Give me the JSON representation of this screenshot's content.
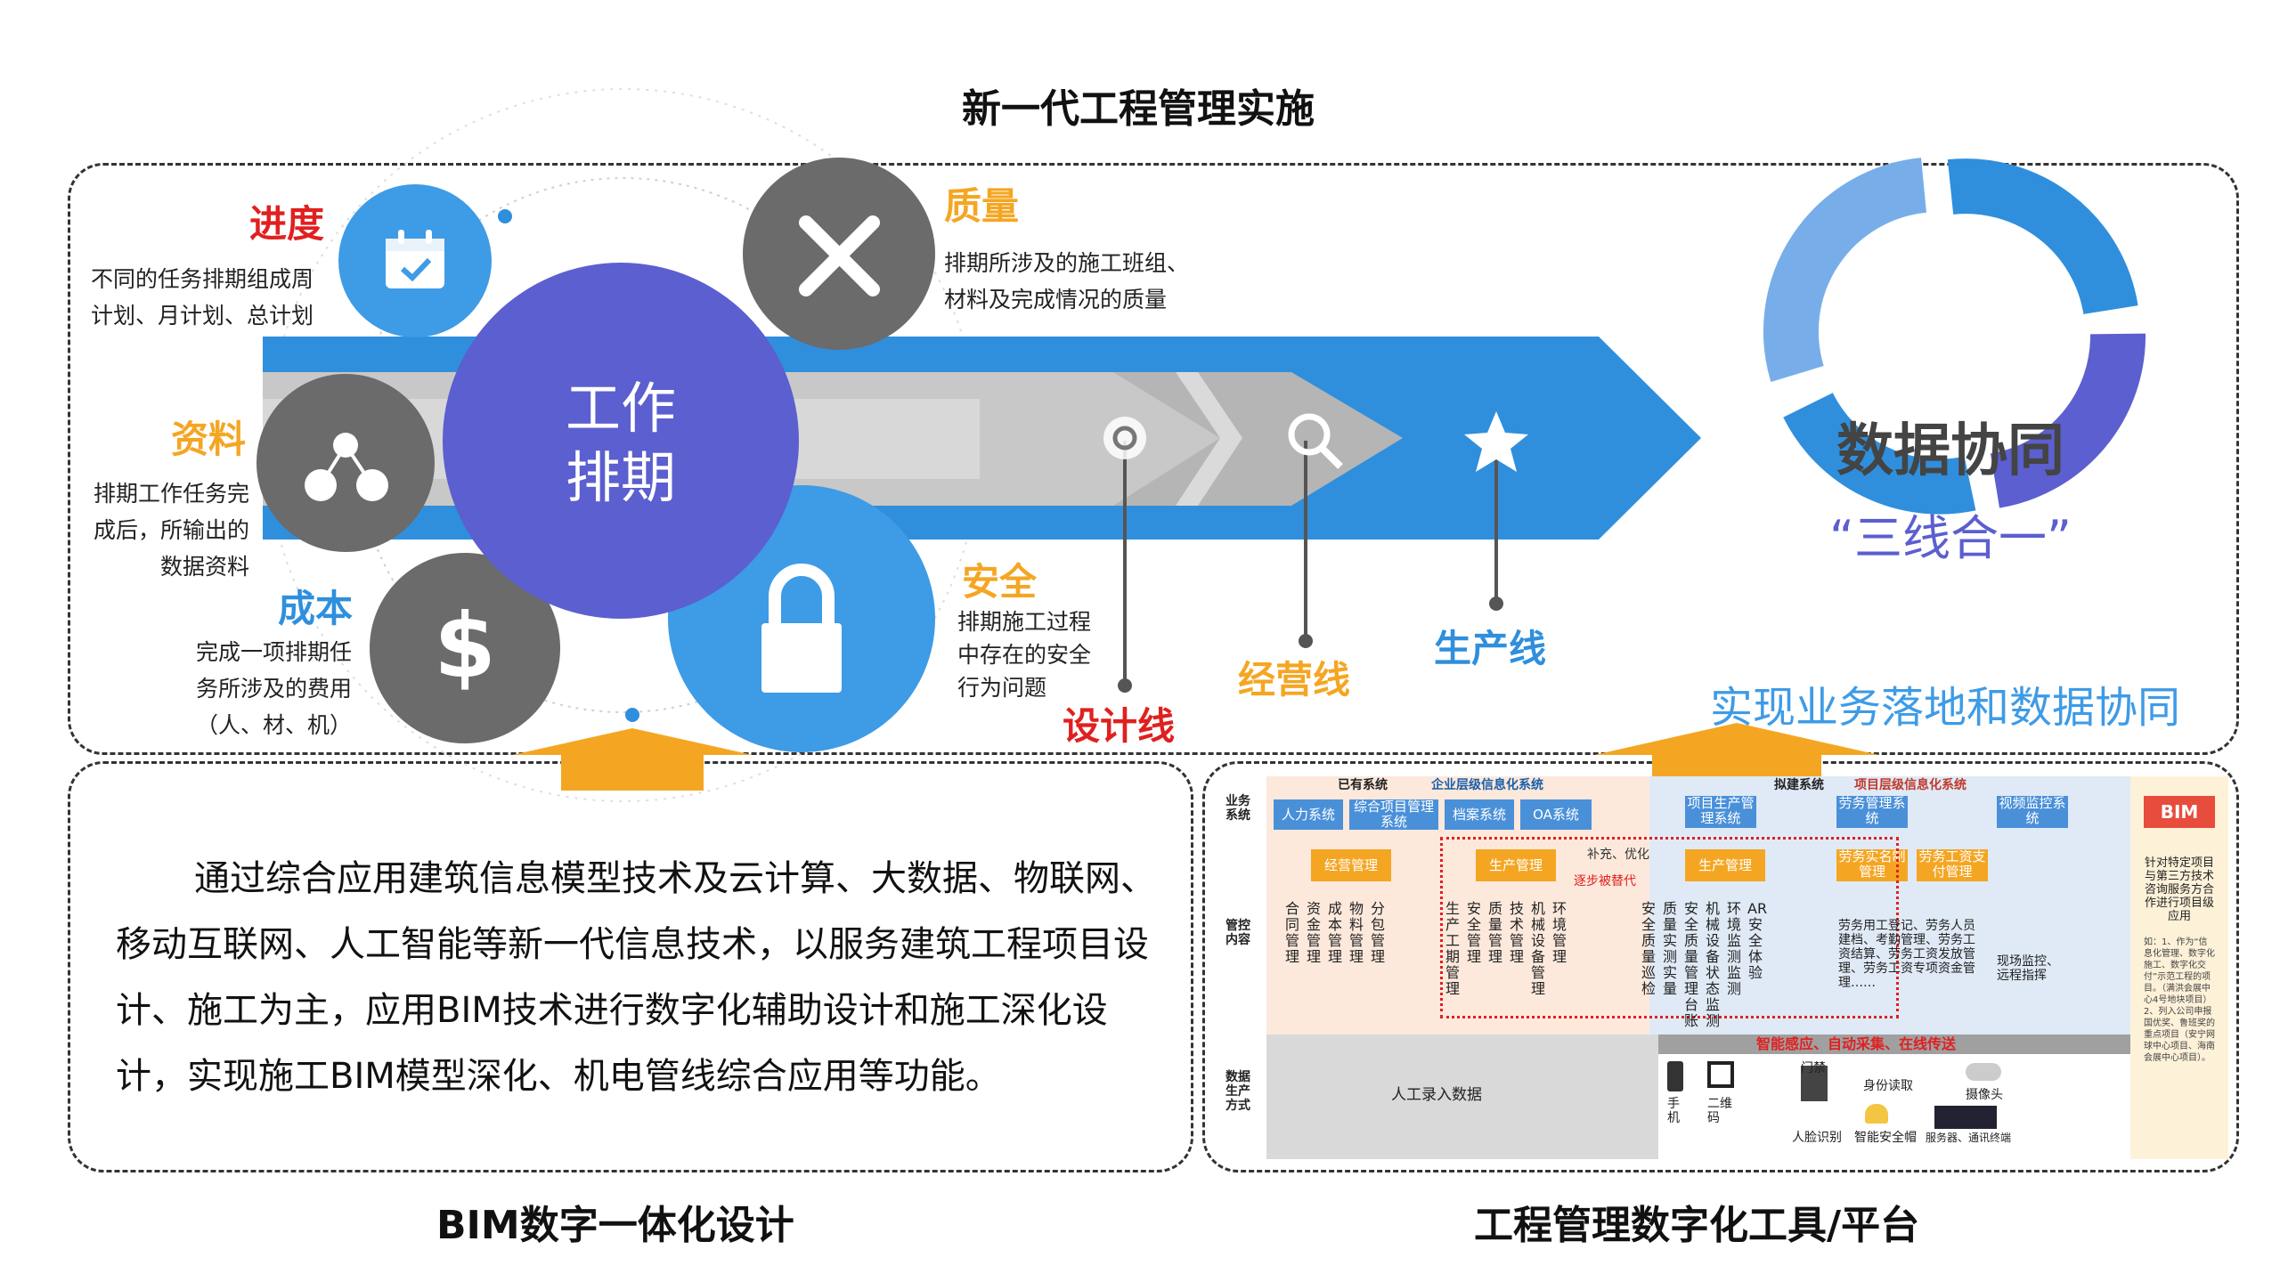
{
  "header": {
    "title": "新一代工程管理实施"
  },
  "hub": {
    "line1": "工作",
    "line2": "排期"
  },
  "nodes": {
    "progress": {
      "label": "进度",
      "desc1": "不同的任务排期组成周",
      "desc2": "计划、月计划、总计划",
      "icon": "calendar-icon"
    },
    "quality": {
      "label": "质量",
      "desc1": "排期所涉及的施工班组、",
      "desc2": "材料及完成情况的质量",
      "icon": "tools-icon"
    },
    "materials": {
      "label": "资料",
      "desc1": "排期工作任务完",
      "desc2": "成后，所输出的",
      "desc3": "数据资料",
      "icon": "network-cloud-icon"
    },
    "cost": {
      "label": "成本",
      "desc1": "完成一项排期任",
      "desc2": "务所涉及的费用",
      "desc3": "（人、材、机）",
      "icon": "dollar-icon"
    },
    "safety": {
      "label": "安全",
      "desc1": "排期施工过程",
      "desc2": "中存在的安全",
      "desc3": "行为问题",
      "icon": "lock-icon"
    }
  },
  "lines": {
    "design": "设计线",
    "business": "经营线",
    "production": "生产线"
  },
  "data_ring": {
    "title": "数据协同",
    "subtitle": "“三线合一”",
    "caption": "实现业务落地和数据协同"
  },
  "bim_panel": {
    "text": "通过综合应用建筑信息模型技术及云计算、大数据、物联网、移动互联网、人工智能等新一代信息技术，以服务建筑工程项目设计、施工为主，应用BIM技术进行数字化辅助设计和施工深化设计，实现施工BIM模型深化、机电管线综合应用等功能。",
    "caption": "BIM数字一体化设计"
  },
  "platform_panel": {
    "caption": "工程管理数字化工具/平台",
    "headers": {
      "existing": "已有系统",
      "enterprise": "企业层级信息化系统",
      "planned": "拟建系统",
      "project": "项目层级信息化系统"
    },
    "rows": {
      "business": "业务系统",
      "control": "管控内容",
      "data": "数据生产方式"
    },
    "systems": [
      "人力系统",
      "综合项目管理系统",
      "档案系统",
      "OA系统",
      "项目生产管理系统",
      "劳务管理系统",
      "视频监控系统"
    ],
    "bim_label": "BIM",
    "mgmt": {
      "business_mgmt": "经营管理",
      "production_mgmt": "生产管理",
      "production_mgmt2": "生产管理",
      "supplement": "补充、优化",
      "replace": "逐步被替代"
    },
    "left_cols": [
      "合同管理",
      "资金管理",
      "成本管理",
      "物料管理",
      "分包管理"
    ],
    "mid_cols": [
      "生产工期管理",
      "安全管理",
      "质量管理",
      "技术管理",
      "机械设备管理",
      "环境管理"
    ],
    "right_cols": [
      "安全质量巡检",
      "质量实测实量",
      "安全质量管理台账",
      "机械设备状态监测",
      "环境监测监测",
      "AR安全体验"
    ],
    "labor": {
      "realname": "劳务实名制管理",
      "wage": "劳务工资支付管理",
      "detail": "劳务用工登记、劳务人员建档、考勤管理、劳务工资结算、劳务工资发放管理、劳务工资专项资金管理……"
    },
    "video_detail": "现场监控、远程指挥",
    "bim_note": "针对特定项目与第三方技术咨询服务方合作进行项目级应用",
    "bim_small": "如：1、作为“信息化管理、数字化施工、数字化交付”示范工程的项目。（满洪会展中心4号地块项目）2、列入公司申报国优奖、鲁班奖的重点项目（安宁网球中心项目、海南会展中心项目）。",
    "manual": "人工录入数据",
    "smart": "智能感应、自动采集、在线传送",
    "devices": [
      "手机",
      "二维码",
      "门禁",
      "身份读取",
      "摄像头",
      "人脸识别",
      "智能安全帽",
      "服务器、通讯终端"
    ]
  }
}
